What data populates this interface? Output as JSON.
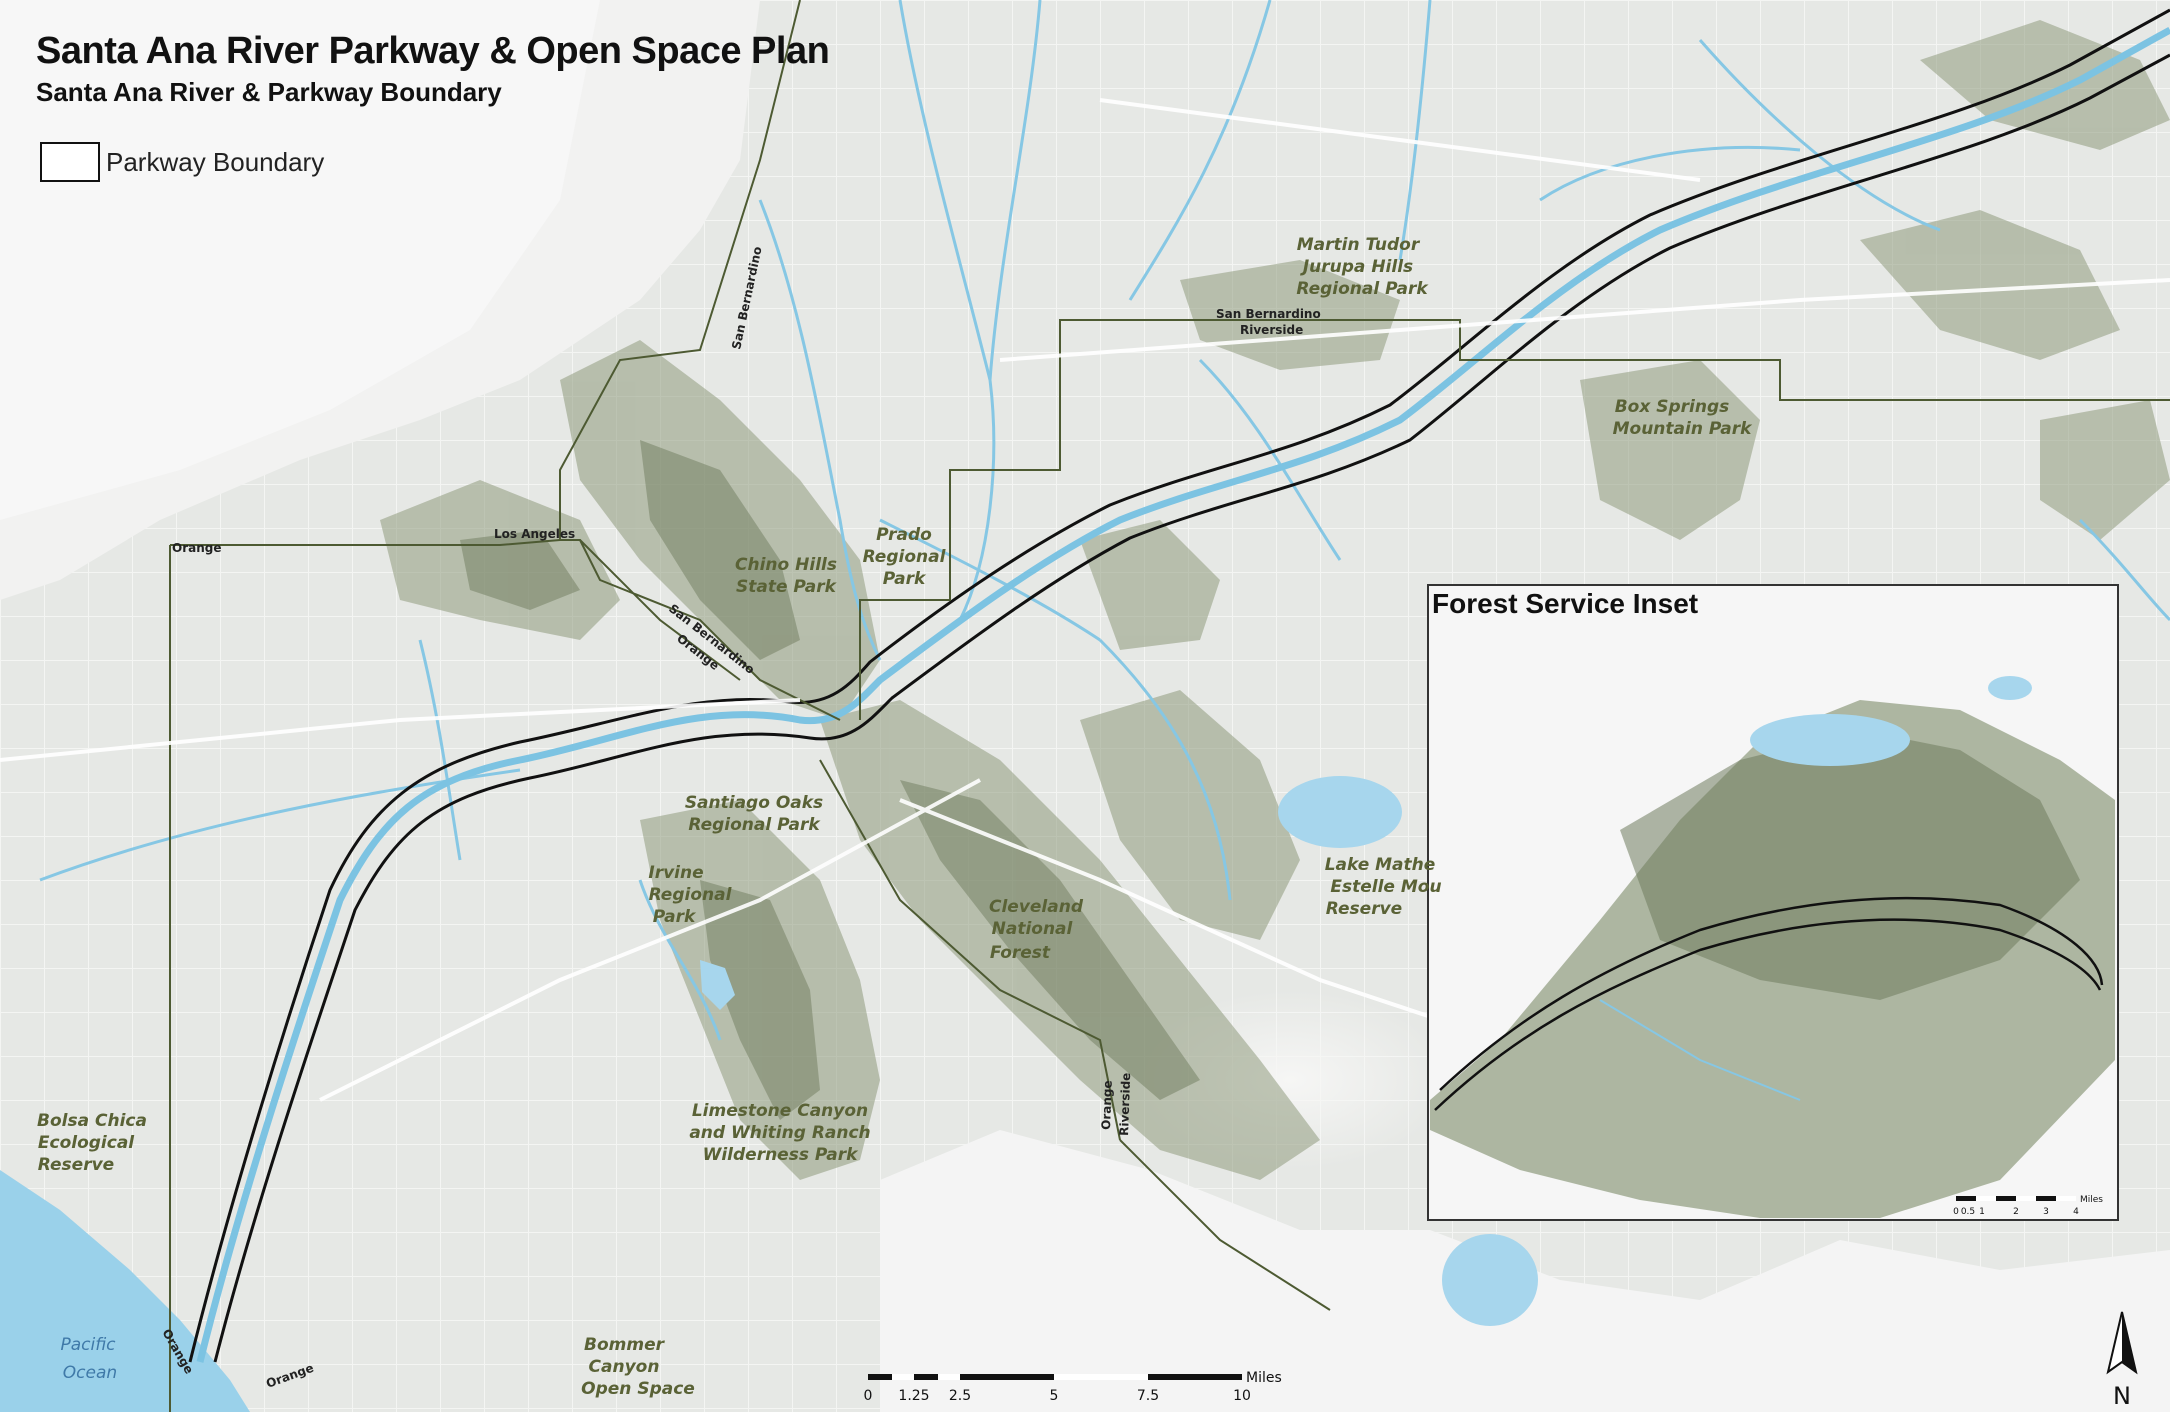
{
  "map": {
    "title": "Santa Ana River Parkway & Open Space Plan",
    "subtitle": "Santa Ana River & Parkway Boundary",
    "legend": {
      "parkway_boundary": "Parkway Boundary"
    },
    "parks": {
      "martin_tudor_1": "Martin Tudor",
      "martin_tudor_2": "Jurupa Hills",
      "martin_tudor_3": "Regional Park",
      "box_springs_1": "Box Springs",
      "box_springs_2": "Mountain Park",
      "prado_1": "Prado",
      "prado_2": "Regional",
      "prado_3": "Park",
      "chino_1": "Chino Hills",
      "chino_2": "State Park",
      "santiago_1": "Santiago Oaks",
      "santiago_2": "Regional Park",
      "irvine_1": "Irvine",
      "irvine_2": "Regional",
      "irvine_3": "Park",
      "cleveland_1": "Cleveland",
      "cleveland_2": "National",
      "cleveland_3": "Forest",
      "lake_1": "Lake Mathe",
      "lake_2": "Estelle Mou",
      "lake_3": "Reserve",
      "limestone_1": "Limestone Canyon",
      "limestone_2": "and Whiting Ranch",
      "limestone_3": "Wilderness Park",
      "bolsa_1": "Bolsa Chica",
      "bolsa_2": "Ecological",
      "bolsa_3": "Reserve",
      "bommer_1": "Bommer",
      "bommer_2": "Canyon",
      "bommer_3": "Open Space",
      "ocean_1": "Pacific",
      "ocean_2": "Ocean"
    },
    "counties": {
      "sb_upper": "San Bernardino",
      "sb_label": "San Bernardino",
      "riverside_label": "Riverside",
      "orange_left": "Orange",
      "los_angeles": "Los Angeles",
      "sb_diag": "San Bernardino",
      "orange_diag": "Orange",
      "orange_riverside_1": "Orange",
      "orange_riverside_2": "Riverside",
      "orange_bottom1": "Orange",
      "orange_bottom2": "Orange"
    },
    "inset": {
      "title": "Forest Service Inset"
    },
    "scale_bar": {
      "unit": "Miles",
      "ticks": [
        "0",
        "1.25",
        "2.5",
        "5",
        "7.5",
        "10"
      ]
    },
    "inset_scale": {
      "unit": "Miles",
      "ticks": [
        "0",
        "0.5",
        "1",
        "2",
        "3",
        "4"
      ]
    },
    "north": "N",
    "colors": {
      "water": "#8ecde8",
      "river": "#7fc6e3",
      "land": "#e9ebe8",
      "terrain": "#8e9a7a",
      "park_text": "#5a6236",
      "ocean_text": "#3f79a8"
    }
  }
}
